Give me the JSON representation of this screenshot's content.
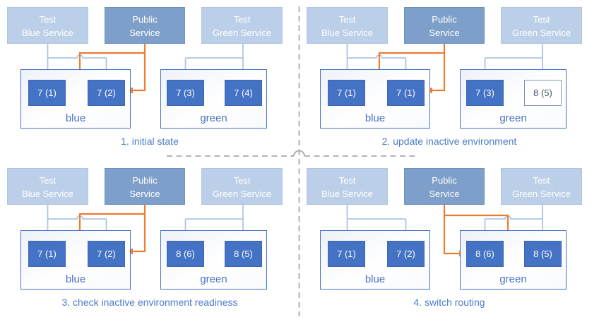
{
  "colors": {
    "public_route_orange": "#ED7D31",
    "test_route_light_blue": "#AEC4E5",
    "pod_fill_blue": "#4472C4",
    "service_test_fill": "#BCCFE8",
    "service_public_fill": "#7D9FC9",
    "caption_text_blue": "#4D7CC7",
    "divider_gray": "#A6A6A6"
  },
  "services": {
    "blue": {
      "line1": "Test",
      "line2": "Blue Service"
    },
    "public": {
      "line1": "Public",
      "line2": "Service"
    },
    "green": {
      "line1": "Test",
      "line2": "Green Service"
    }
  },
  "env_labels": {
    "blue": "blue",
    "green": "green"
  },
  "panels": [
    {
      "caption": "1. initial state",
      "pods": [
        "7 (1)",
        "7 (2)",
        "7 (3)",
        "7 (4)"
      ],
      "pod_states": [
        "active",
        "active",
        "active",
        "active"
      ]
    },
    {
      "caption": "2. update inactive environment",
      "pods": [
        "7 (1)",
        "7 (1)",
        "7 (3)",
        "8 (5)"
      ],
      "pod_states": [
        "active",
        "active",
        "active",
        "creating"
      ]
    },
    {
      "caption": "3. check inactive environment readiness",
      "pods": [
        "7 (1)",
        "7 (2)",
        "8 (6)",
        "8 (5)"
      ],
      "pod_states": [
        "active",
        "active",
        "active",
        "active"
      ]
    },
    {
      "caption": "4. switch routing",
      "pods": [
        "7 (1)",
        "7 (2)",
        "8 (6)",
        "8 (5)"
      ],
      "pod_states": [
        "active",
        "active",
        "active",
        "active"
      ]
    }
  ]
}
